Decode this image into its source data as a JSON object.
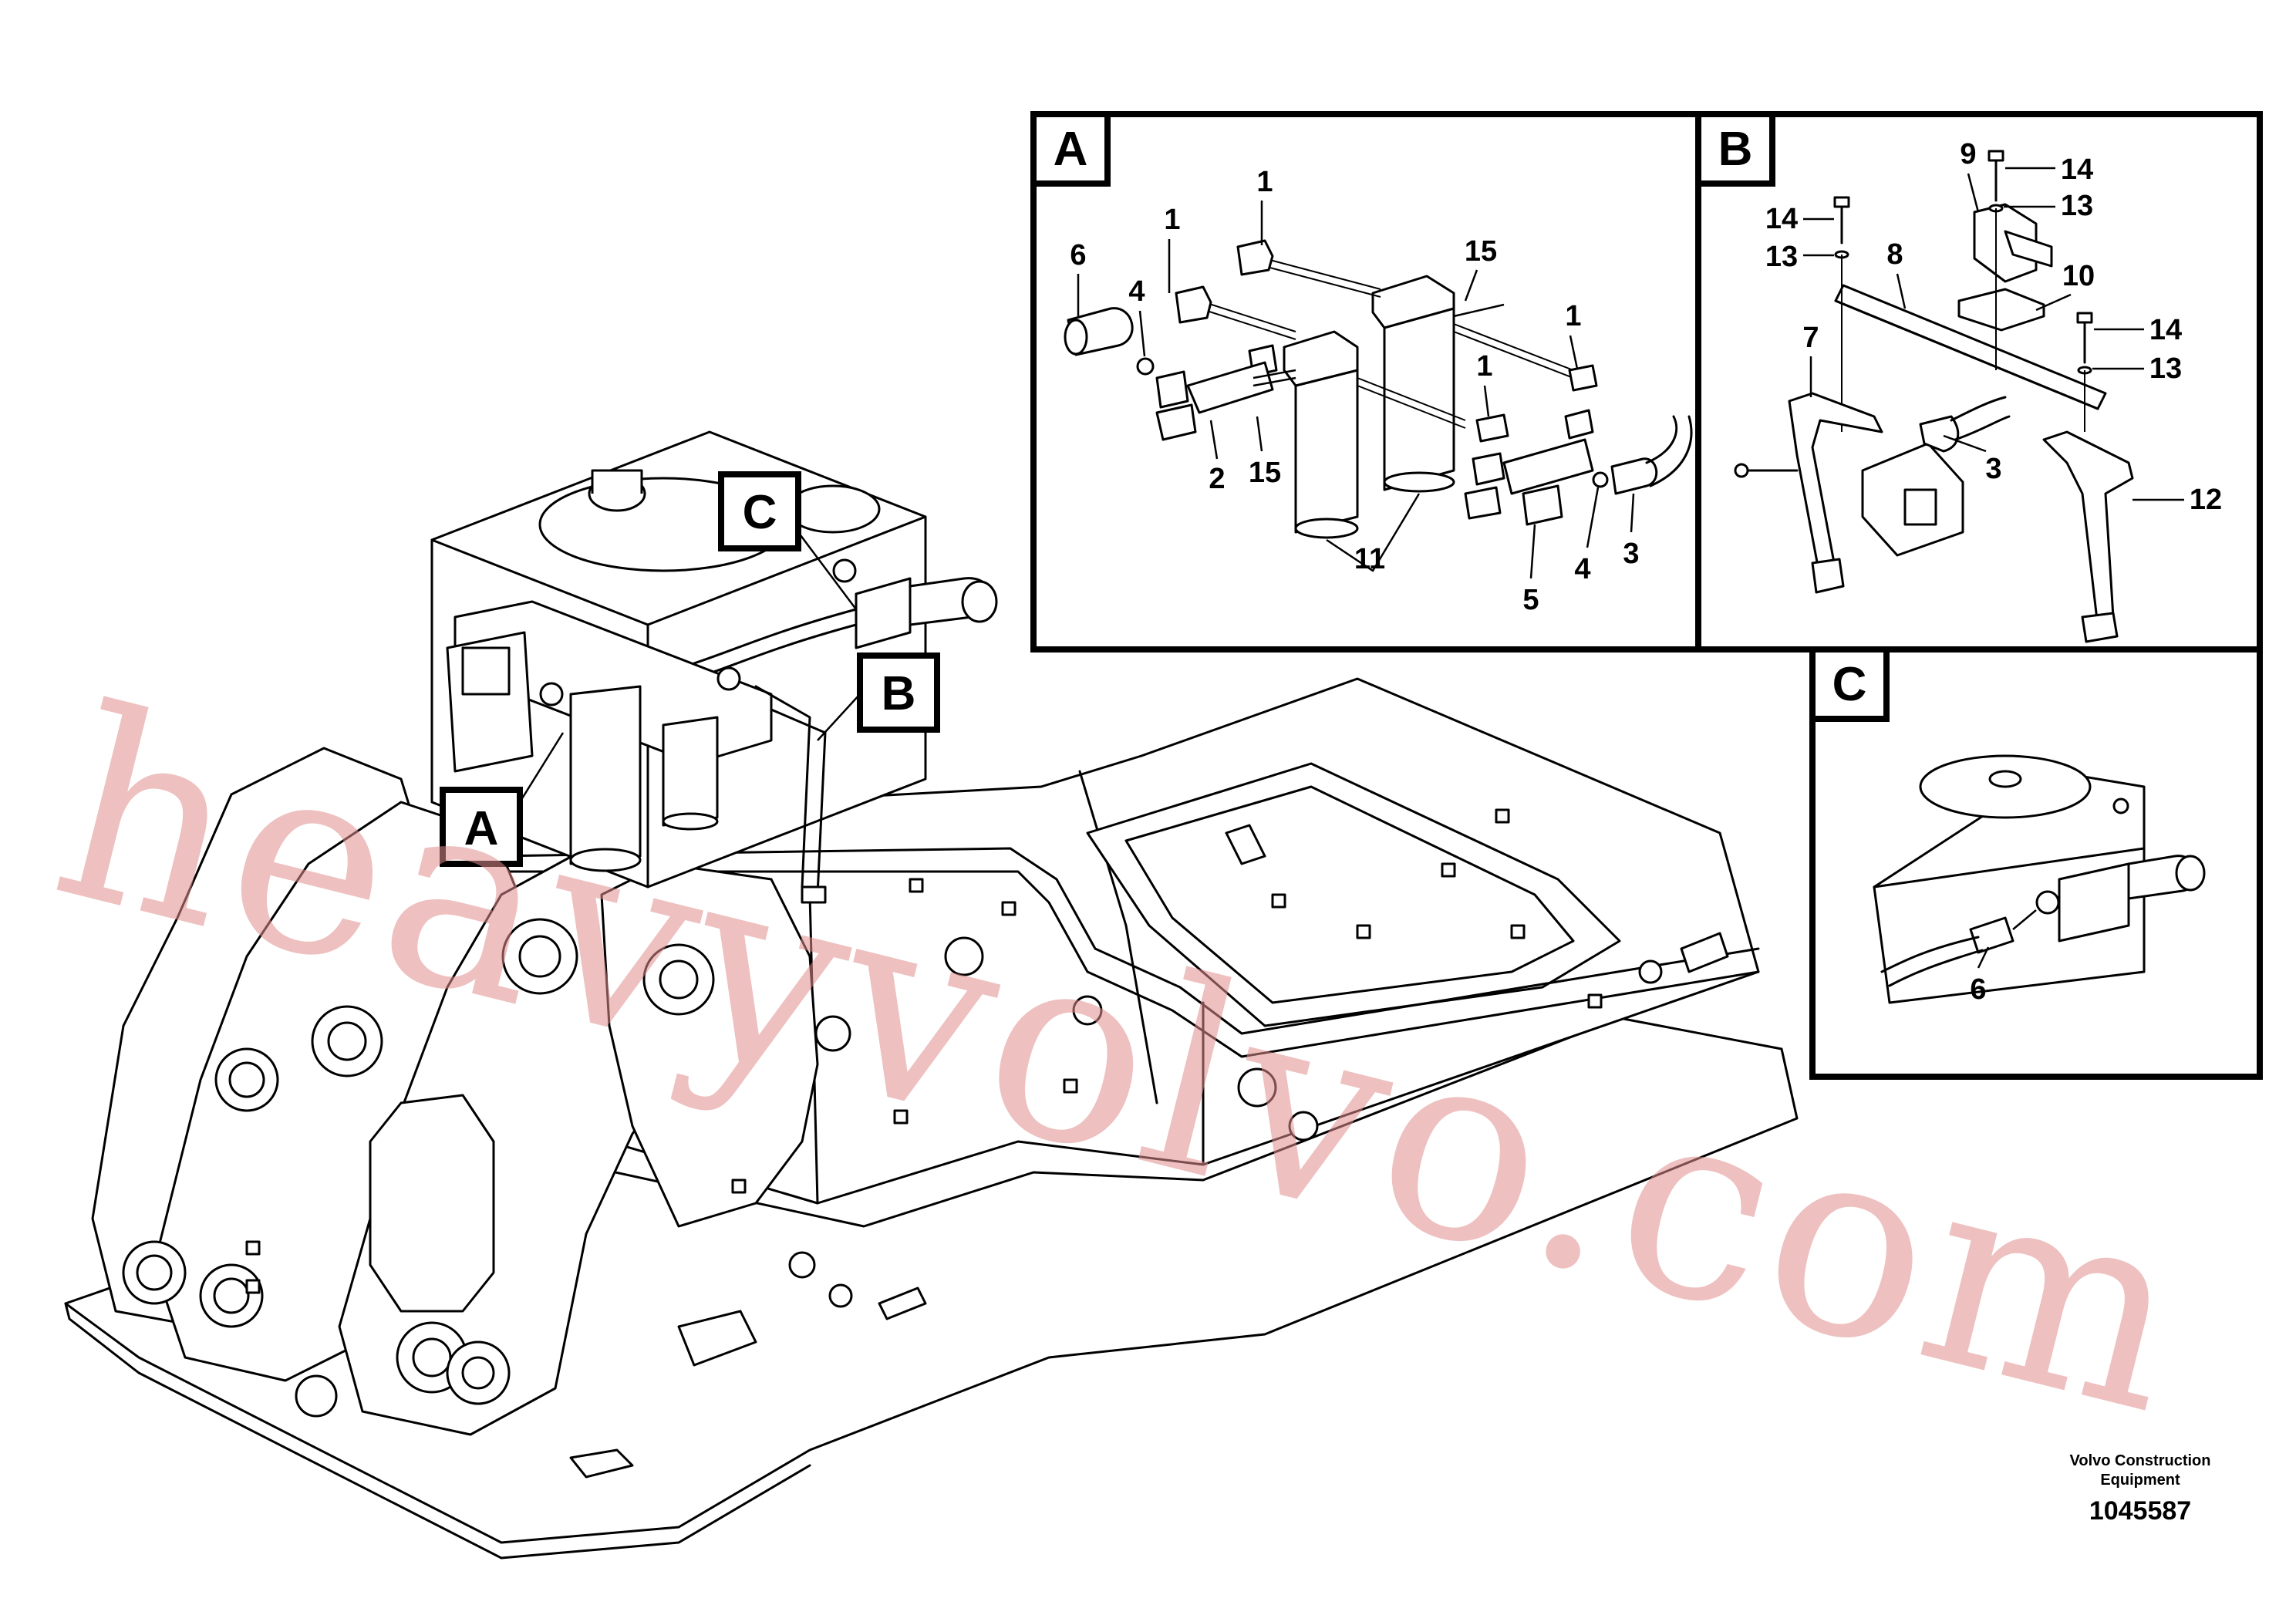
{
  "callouts": {
    "main": {
      "A": "A",
      "B": "B",
      "C": "C"
    },
    "panelA": {
      "tag": "A",
      "labels": [
        "1",
        "1",
        "1",
        "1",
        "6",
        "4",
        "15",
        "2",
        "15",
        "11",
        "5",
        "4",
        "3"
      ]
    },
    "panelB": {
      "tag": "B",
      "labels": [
        "9",
        "14",
        "13",
        "14",
        "13",
        "8",
        "10",
        "14",
        "13",
        "7",
        "3",
        "12"
      ]
    },
    "panelC": {
      "tag": "C",
      "labels": [
        "6"
      ]
    }
  },
  "footer": {
    "company_line1": "Volvo Construction",
    "company_line2": "Equipment",
    "drawing_number": "1045587"
  },
  "watermark": "heavyvolvo.com"
}
